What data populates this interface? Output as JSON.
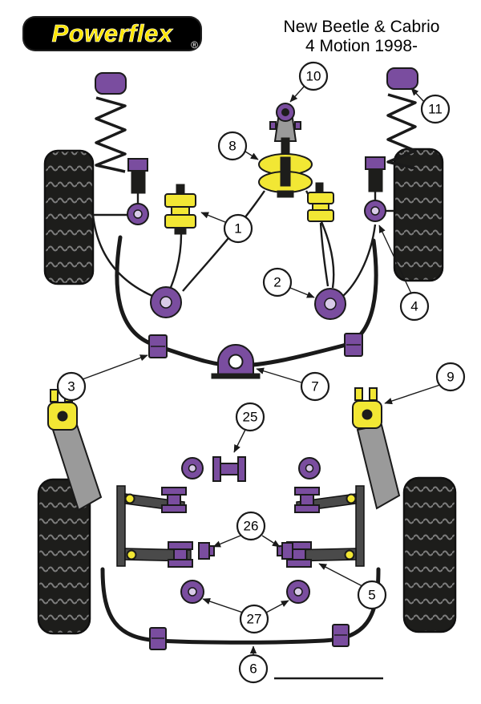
{
  "header": {
    "logo_text": "Powerflex",
    "registered_mark": "®",
    "title_line1": "New Beetle & Cabrio",
    "title_line2": "4 Motion 1998-"
  },
  "colors": {
    "bush_purple": "#7a4d9f",
    "bush_yellow": "#f2e734",
    "logo_bg": "#000000",
    "logo_yellow": "#ffe600"
  },
  "callouts": {
    "c1": "1",
    "c2": "2",
    "c3": "3",
    "c4": "4",
    "c5": "5",
    "c6": "6",
    "c7": "7",
    "c8": "8",
    "c9": "9",
    "c10": "10",
    "c11": "11",
    "c25": "25",
    "c26": "26",
    "c27": "27"
  }
}
